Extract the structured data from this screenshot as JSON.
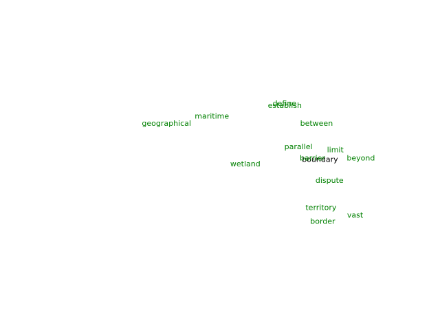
{
  "chart_data": {
    "type": "scatter",
    "title": "",
    "xlabel": "",
    "ylabel": "",
    "grid": false,
    "axes_visible": false,
    "xlim": [
      0,
      100
    ],
    "ylim": [
      0,
      100
    ],
    "colors": {
      "query": "#000000",
      "neighbor": "#008000"
    },
    "points": [
      {
        "label": "boundary",
        "x": 77.7,
        "y": 52.7,
        "role": "query"
      },
      {
        "label": "define",
        "x": 67.3,
        "y": 74.8,
        "role": "neighbor"
      },
      {
        "label": "establish",
        "x": 67.4,
        "y": 74.0,
        "role": "neighbor"
      },
      {
        "label": "maritime",
        "x": 46.0,
        "y": 69.8,
        "role": "neighbor"
      },
      {
        "label": "geographical",
        "x": 32.7,
        "y": 66.9,
        "role": "neighbor"
      },
      {
        "label": "between",
        "x": 76.7,
        "y": 66.9,
        "role": "neighbor"
      },
      {
        "label": "parallel",
        "x": 71.4,
        "y": 57.7,
        "role": "neighbor"
      },
      {
        "label": "limit",
        "x": 82.2,
        "y": 56.5,
        "role": "neighbor"
      },
      {
        "label": "beyond",
        "x": 89.7,
        "y": 53.3,
        "role": "neighbor"
      },
      {
        "label": "barrier",
        "x": 75.5,
        "y": 53.3,
        "role": "neighbor"
      },
      {
        "label": "wetland",
        "x": 55.8,
        "y": 51.0,
        "role": "neighbor"
      },
      {
        "label": "dispute",
        "x": 80.5,
        "y": 44.5,
        "role": "neighbor"
      },
      {
        "label": "territory",
        "x": 78.0,
        "y": 33.8,
        "role": "neighbor"
      },
      {
        "label": "vast",
        "x": 88.0,
        "y": 30.8,
        "role": "neighbor"
      },
      {
        "label": "border",
        "x": 78.5,
        "y": 28.3,
        "role": "neighbor"
      }
    ]
  }
}
